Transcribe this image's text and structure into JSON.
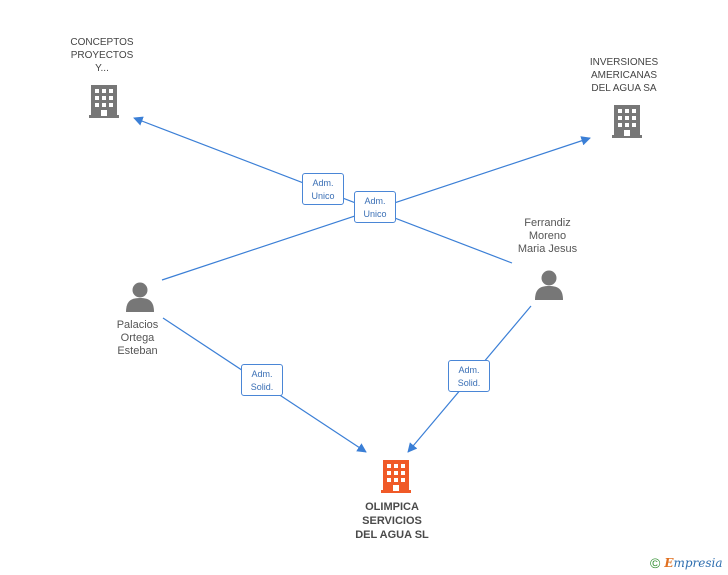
{
  "colors": {
    "edge": "#3b7fd6",
    "company_icon": "#777777",
    "focus_icon": "#f05a28",
    "person_icon": "#777777"
  },
  "nodes": {
    "conceptos": {
      "label": "CONCEPTOS\nPROYECTOS\nY...",
      "icon": "building-icon"
    },
    "inversiones": {
      "label": "INVERSIONES\nAMERICANAS\nDEL AGUA SA",
      "icon": "building-icon"
    },
    "ferrandiz": {
      "label": "Ferrandiz\nMoreno\nMaria Jesus",
      "icon": "person-icon"
    },
    "palacios": {
      "label": "Palacios\nOrtega\nEsteban",
      "icon": "person-icon"
    },
    "olimpica": {
      "label": "OLIMPICA\nSERVICIOS\nDEL AGUA SL",
      "icon": "building-icon"
    }
  },
  "relations": {
    "ferrandiz_conceptos": "Adm.\nUnico",
    "palacios_inversiones": "Adm.\nUnico",
    "palacios_olimpica": "Adm.\nSolid.",
    "ferrandiz_olimpica": "Adm.\nSolid."
  },
  "brand": {
    "copyright": "©",
    "name_first": "E",
    "name_rest": "mpresia"
  }
}
